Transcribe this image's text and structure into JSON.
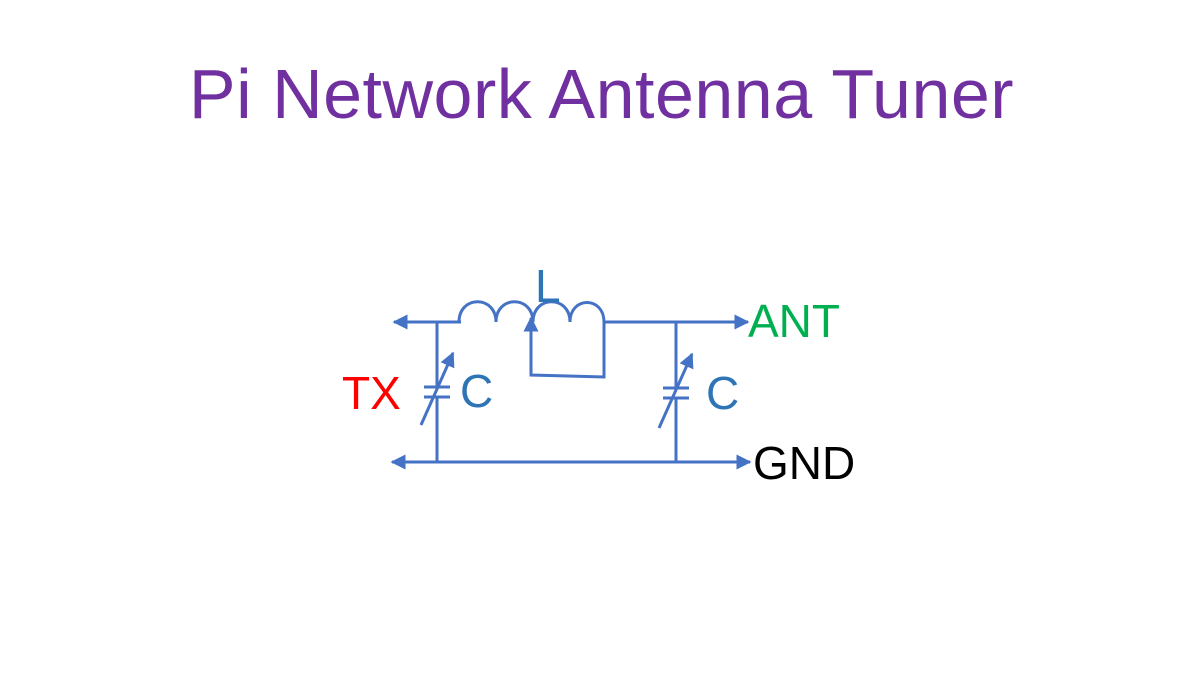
{
  "title": "Pi Network Antenna Tuner",
  "labels": {
    "inductor": "L",
    "input_cap": "C",
    "output_cap": "C",
    "transmitter": "TX",
    "antenna": "ANT",
    "ground": "GND"
  },
  "colors": {
    "title": "#7030a0",
    "wire": "#4472c4",
    "component_label": "#2e75b6",
    "transmitter": "#ff0000",
    "antenna": "#00b050",
    "ground": "#000000"
  }
}
